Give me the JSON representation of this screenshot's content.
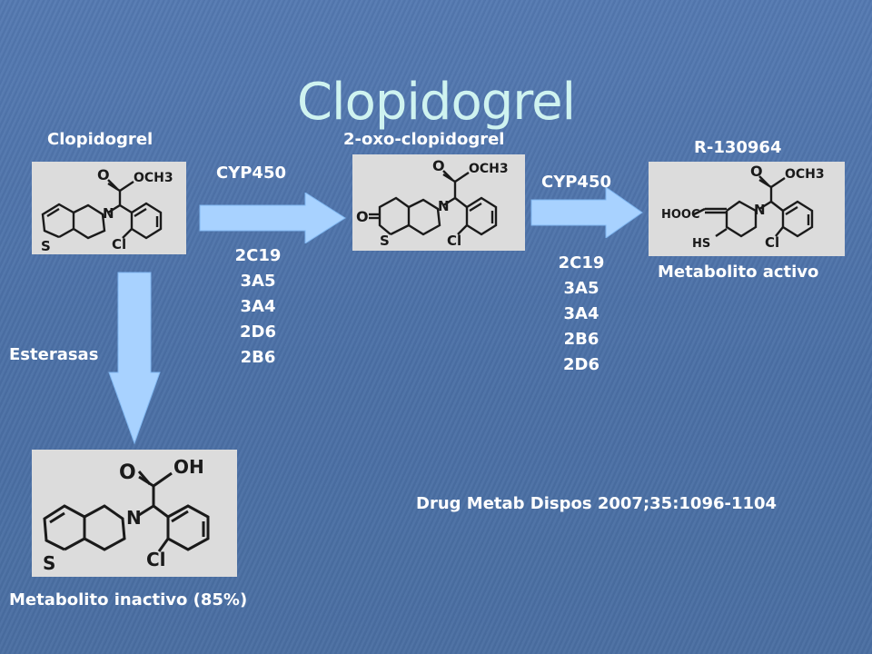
{
  "slide": {
    "title": "Clopidogrel",
    "colors": {
      "background": "#4f76ad",
      "title": "#cff3f0",
      "text": "#ffffff",
      "arrow": "#a8d2ff",
      "structure_panel": "#dcdcdc"
    }
  },
  "compounds": {
    "parent": {
      "name": "Clopidogrel",
      "atoms": {
        "o": "O",
        "ester": "OCH3",
        "n": "N",
        "s": "S",
        "cl": "Cl"
      }
    },
    "intermediate": {
      "name": "2-oxo-clopidogrel",
      "atoms": {
        "o_ring": "O",
        "o": "O",
        "ester": "OCH3",
        "n": "N",
        "s": "S",
        "cl": "Cl"
      }
    },
    "active": {
      "name": "R-130964",
      "caption": "Metabolito activo",
      "atoms": {
        "acid": "HOOC",
        "o": "O",
        "ester": "OCH3",
        "n": "N",
        "hs": "HS",
        "cl": "Cl"
      }
    },
    "inactive": {
      "caption": "Metabolito inactivo (85%)",
      "atoms": {
        "o": "O",
        "oh": "OH",
        "n": "N",
        "s": "S",
        "cl": "Cl"
      }
    }
  },
  "steps": {
    "step1": {
      "enzyme": "CYP450",
      "isoforms": [
        "2C19",
        "3A5",
        "3A4",
        "2D6",
        "2B6"
      ]
    },
    "step2": {
      "enzyme": "CYP450",
      "isoforms": [
        "2C19",
        "3A5",
        "3A4",
        "2B6",
        "2D6"
      ]
    },
    "hydrolysis": {
      "enzyme": "Esterasas"
    }
  },
  "reference": "Drug Metab Dispos 2007;35:1096-1104"
}
